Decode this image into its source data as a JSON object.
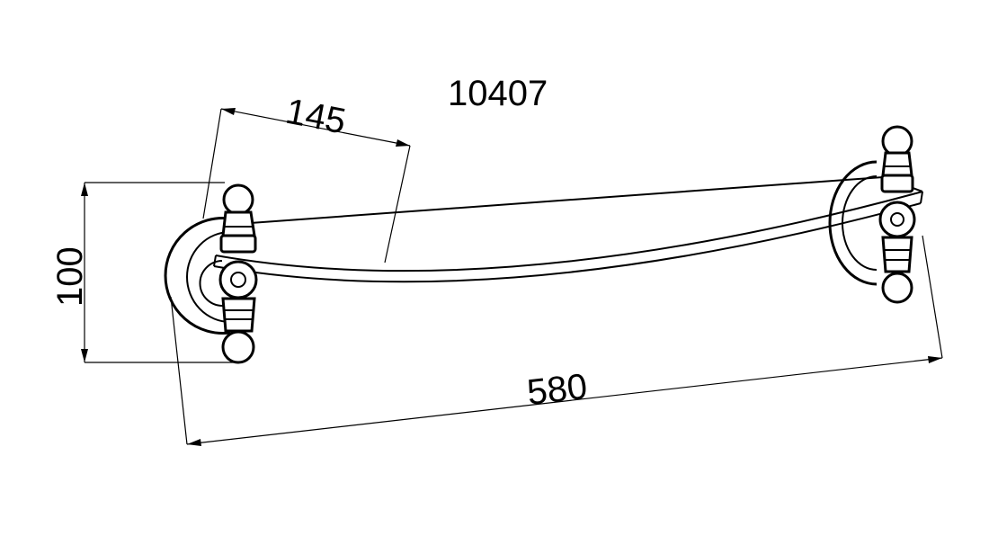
{
  "drawing": {
    "model_number": "10407",
    "dimensions": {
      "height": "100",
      "depth": "145",
      "width": "580"
    }
  }
}
